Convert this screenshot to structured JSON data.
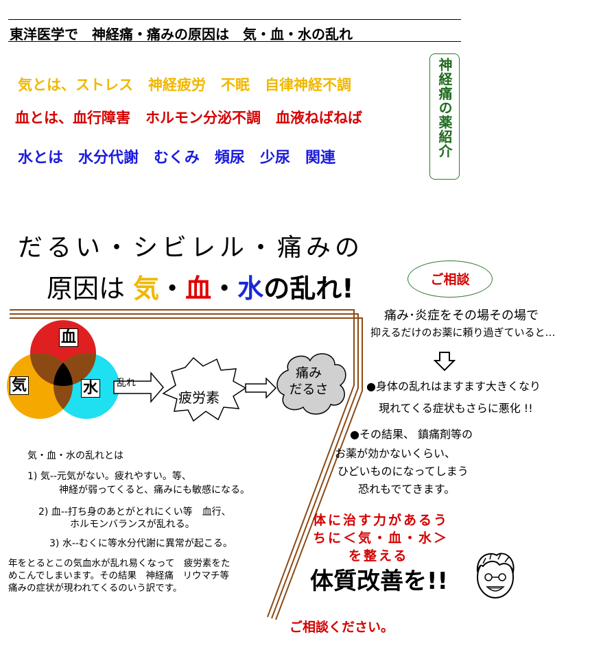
{
  "header": {
    "title": "東洋医学で　神経痛・痛みの原因は　気・血・水の乱れ"
  },
  "ki_line": [
    "気とは、ストレス",
    "神経疲労",
    "不眠",
    "自律神経不調"
  ],
  "ketsu_line": [
    "血とは、血行障害",
    "ホルモン分泌不調",
    "血液ねばねば"
  ],
  "mizu_line": [
    "水とは",
    "水分代謝",
    "むくみ",
    "頻尿",
    "少尿",
    "関連"
  ],
  "side_box": {
    "text": "神経痛の薬紹介"
  },
  "headline": {
    "line1": "だるい・シビレル・痛みの",
    "line2_prefix": "原因は",
    "ki": "気",
    "dot1": "・",
    "ketsu": "血",
    "dot2": "・",
    "mizu": "水",
    "line2_suffix": "の乱れ!"
  },
  "consult_button": {
    "label": "ご相談"
  },
  "right_panel": {
    "heading1": "痛み･炎症をその場その場で",
    "heading2": "抑えるだけのお薬に頼り過ぎていると…",
    "bullet1_line1": "●身体の乱れはますます大きくなり",
    "bullet1_line2": "現れてくる症状もさらに悪化 !!",
    "bullet2_line1": "●その結果、 鎮痛剤等の",
    "bullet2_line2": "お薬が効かないくらい、",
    "bullet2_line3": "ひどいものになってしまう",
    "bullet2_line4": "恐れもでてきます。"
  },
  "diagram": {
    "venn_ketsu": "血",
    "venn_ki": "気",
    "venn_mizu": "水",
    "cause": "乱れ",
    "fatigue": "疲労素",
    "pain_line1": "痛み",
    "pain_line2": "だるさ",
    "colors": {
      "ki": "#f5a800",
      "ketsu": "#e02020",
      "mizu": "#1ee0f0",
      "overlap": "#8b4a14",
      "center": "#000000"
    }
  },
  "explanation": {
    "title": "気・血・水の乱れとは",
    "item1_a": "1)  気--元気がない。疲れやすい。等、",
    "item1_b": "神経が弱ってくると、痛みにも敏感になる。",
    "item2_a": "2)  血--打ち身のあとがとれにくい等　血行、",
    "item2_b": "ホルモンバランスが乱れる。",
    "item3": "3)  水--むくに等水分代謝に異常が起こる。",
    "para_1": "年をとるとこの気血水が乱れ易くなって　疲労素をた",
    "para_2": "めこんでしまいます。その結果　神経痛　リウマチ等",
    "para_3": "痛みの症状が現われてくるのいう訳です。"
  },
  "healing": {
    "line1": "体に治す力があるう",
    "line2": "ちに＜気・血・水＞",
    "line3": "を整える",
    "improve": "体質改善を!!"
  },
  "footer": {
    "consult": "ご相談ください。"
  }
}
